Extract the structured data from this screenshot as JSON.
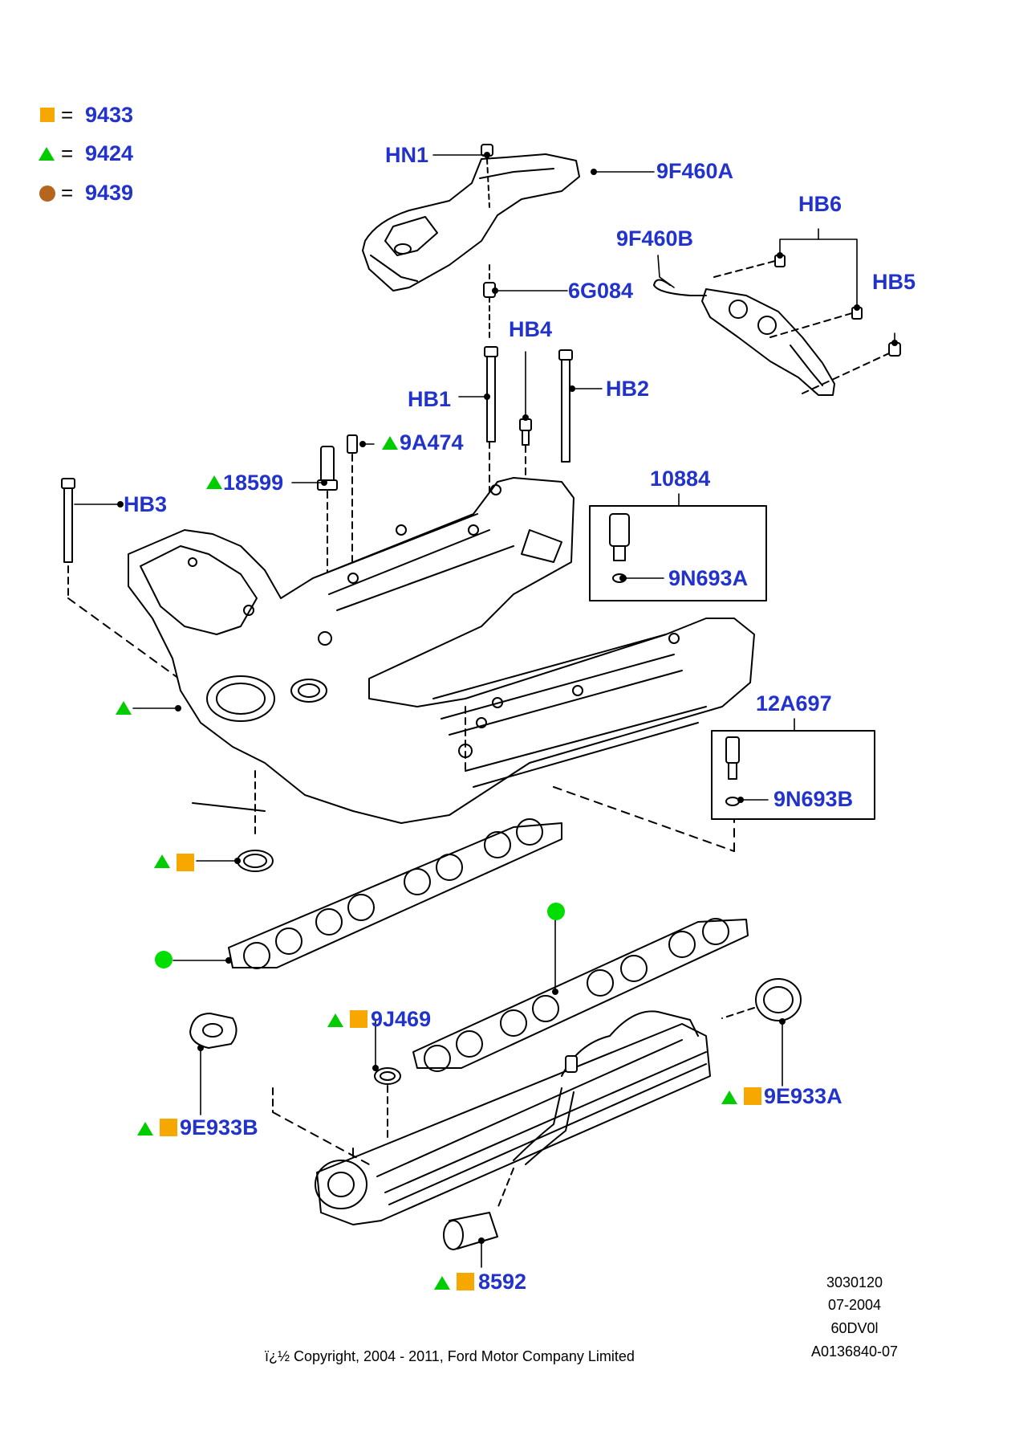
{
  "legend": [
    {
      "symbol": "square",
      "color": "#f7a800",
      "eq": "=",
      "code": "9433"
    },
    {
      "symbol": "triangle",
      "color": "#00cc00",
      "eq": "=",
      "code": "9424"
    },
    {
      "symbol": "circle",
      "color": "#b5651d",
      "eq": "=",
      "code": "9439"
    }
  ],
  "callouts": {
    "hn1": "HN1",
    "c9f460a": "9F460A",
    "c9f460b": "9F460B",
    "hb6": "HB6",
    "hb5": "HB5",
    "c6g084": "6G084",
    "hb4": "HB4",
    "hb1": "HB1",
    "hb2": "HB2",
    "c9a474": "9A474",
    "c18599": "18599",
    "hb3": "HB3",
    "c10884": "10884",
    "c9n693a": "9N693A",
    "c12a697": "12A697",
    "c9n693b": "9N693B",
    "c9j469": "9J469",
    "c9e933b": "9E933B",
    "c9e933a": "9E933A",
    "c8592": "8592"
  },
  "reference": {
    "line1": "3030120",
    "line2": "07-2004",
    "line3": "60DV0l",
    "line4": "A0136840-07"
  },
  "copyright": "ï¿½ Copyright, 2004 - 2011, Ford Motor Company Limited",
  "colors": {
    "callout_text": "#2233cc",
    "square": "#f7a800",
    "triangle": "#00cc00",
    "circle_legend": "#b5651d",
    "circle_marker": "#00dd00"
  }
}
